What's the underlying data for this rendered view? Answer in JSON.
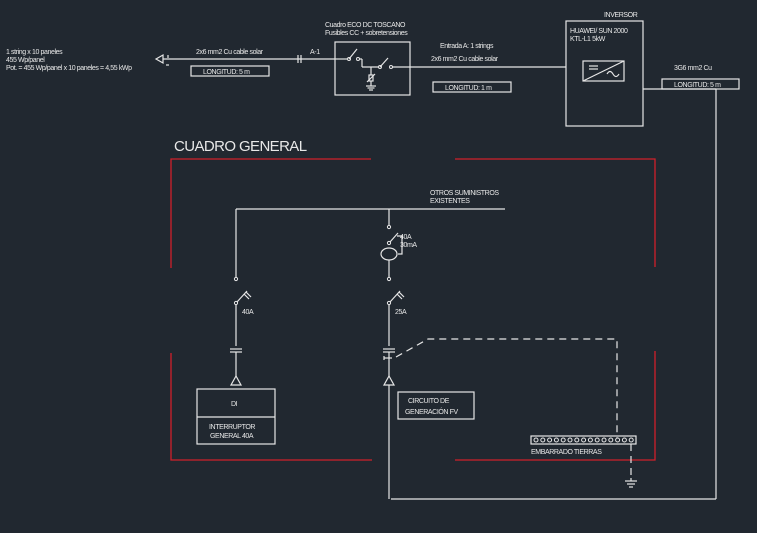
{
  "pv_array": {
    "line1": "1 string x 10 paneles",
    "line2": "455 Wp/panel",
    "line3": "Pot. = 455 Wp/panel x 10 paneles = 4,55 kWp"
  },
  "cable_pv": {
    "label": "2x6 mm2 Cu cable solar",
    "length": "LONGITUD: 5 m",
    "tag": "A-1"
  },
  "dc_box": {
    "title": "Cuadro ECO DC TOSCANO",
    "subtitle": "Fusibles CC + sobretensiones"
  },
  "cable_dc_inv": {
    "entrada": "Entrada A: 1 strings",
    "label": "2x6 mm2 Cu cable solar",
    "length": "LONGITUD: 1 m"
  },
  "inverter": {
    "heading": "INVERSOR",
    "model_line1": "HUAWEI/ SUN 2000",
    "model_line2": "KTL-L1 5kW"
  },
  "cable_ac": {
    "label": "3G6 mm2 Cu",
    "length": "LONGITUD: 5 m"
  },
  "panel": {
    "title": "CUADRO GENERAL",
    "otros_line1": "OTROS SUMINISTROS",
    "otros_line2": "EXISTENTES",
    "differential_rating": "40A",
    "differential_sensitivity": "30mA",
    "breaker_main": "40A",
    "breaker_pv": "25A",
    "di_label": "DI",
    "di_desc_line1": "INTERRUPTOR",
    "di_desc_line2": "GENERAL 40A",
    "pv_circuit_line1": "CIRCUITO DE",
    "pv_circuit_line2": "GENERACIÓN FV",
    "earth_bar": "EMBARRADO TIERRAS"
  },
  "colors": {
    "background": "#212830",
    "lines": "#e6e6e6",
    "enclosure": "#d0202a"
  }
}
